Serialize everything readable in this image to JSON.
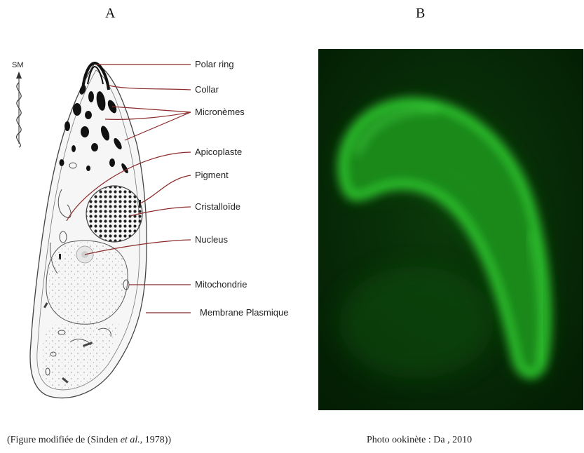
{
  "panels": {
    "a_letter": "A",
    "b_letter": "B"
  },
  "diagram": {
    "orientation_label": "SM",
    "labels": {
      "polar_ring": "Polar ring",
      "collar": "Collar",
      "micronemes": "Micronèmes",
      "apicoplast": "Apicoplaste",
      "pigment": "Pigment",
      "crystalloid": "Cristalloïde",
      "nucleus": "Nucleus",
      "mitochondria": "Mitochondrie",
      "plasma_membrane": "Membrane Plasmique"
    },
    "leader_color": "#8b2a2a"
  },
  "photo": {
    "glow_color": "#2fd92f",
    "background_color": "#062a06"
  },
  "captions": {
    "a_prefix": "(Figure modifiée de (Sinden ",
    "a_italic": "et al.",
    "a_suffix": ", 1978))",
    "b": "Photo ookinète : Da  , 2010"
  }
}
